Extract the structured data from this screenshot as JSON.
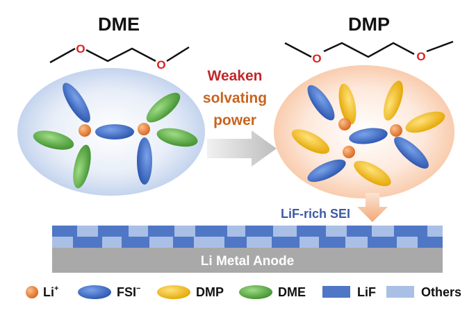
{
  "left_panel": {
    "title": "DME",
    "molecule": {
      "oxygen_label": "O"
    }
  },
  "right_panel": {
    "title": "DMP",
    "molecule": {
      "oxygen_label": "O"
    }
  },
  "arrow": {
    "label_lines": [
      "Weaken",
      "solvating",
      "power"
    ],
    "label_colors": [
      "#c0282c",
      "#c8641e",
      "#c8641e"
    ]
  },
  "sei": {
    "label": "LiF-rich SEI",
    "label_color": "#3d5aa8"
  },
  "anode": {
    "label": "Li Metal Anode"
  },
  "legend": {
    "items": [
      {
        "shape": "li-ion",
        "label": "Li",
        "sup": "+"
      },
      {
        "shape": "fsi-anion",
        "label": "FSI",
        "sup": "−"
      },
      {
        "shape": "dmp-solvent",
        "label": "DMP",
        "sup": ""
      },
      {
        "shape": "dme-solvent",
        "label": "DME",
        "sup": ""
      },
      {
        "shape": "lif-block",
        "label": "LiF",
        "sup": ""
      },
      {
        "shape": "others-block",
        "label": "Others",
        "sup": ""
      }
    ]
  },
  "colors": {
    "li": "#e07a30",
    "fsi": "#3a67c4",
    "dmp": "#f1b712",
    "dme": "#4ea53a",
    "lif": "#4f77c6",
    "others": "#a9bfe6",
    "oxygen": "#e02020",
    "anode": "#a9a9a9"
  }
}
